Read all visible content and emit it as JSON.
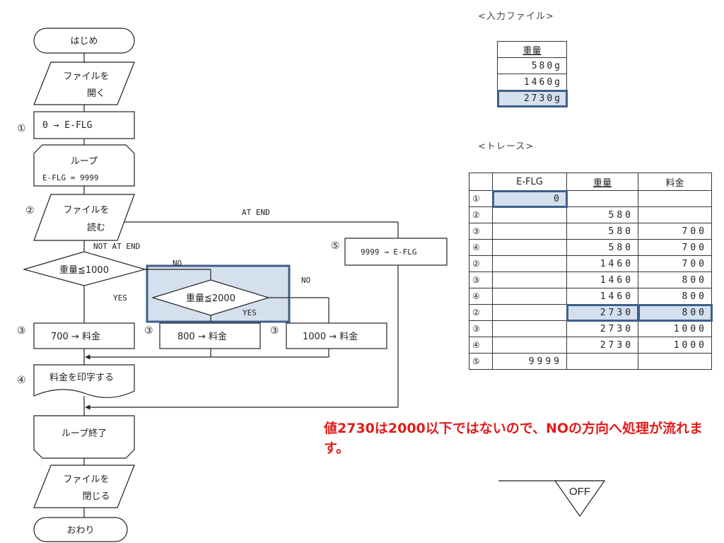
{
  "flowchart": {
    "start": "はじめ",
    "open_line1": "ファイルを",
    "open_line2": "開く",
    "step1_marker": "①",
    "init": "0 → E-FLG",
    "loop_title": "ループ",
    "loop_cond": "E-FLG = 9999",
    "step2_marker": "②",
    "read_line1": "ファイルを",
    "read_line2": "読む",
    "at_end": "AT END",
    "not_at_end": "NOT AT END",
    "step5_marker": "⑤",
    "set_flag": "9999 → E-FLG",
    "cond1": "重量≦1000",
    "cond2": "重量≦2000",
    "no1": "NO",
    "no2": "NO",
    "yes1": "YES",
    "yes2": "YES",
    "step3_marker_a": "③",
    "step3_marker_b": "③",
    "step3_marker_c": "③",
    "fee700": "700 → 料金",
    "fee800": "800 → 料金",
    "fee1000": "1000 → 料金",
    "step4_marker": "④",
    "print": "料金を印字する",
    "loop_end": "ループ終了",
    "close_line1": "ファイルを",
    "close_line2": "閉じる",
    "end": "おわり"
  },
  "input_file": {
    "title": "<入力ファイル>",
    "header": "重量",
    "rows": [
      "580g",
      "1460g",
      "2730g"
    ]
  },
  "trace": {
    "title": "<トレース>",
    "headers": [
      "",
      "E-FLG",
      "重量",
      "料金"
    ],
    "rows": [
      [
        "①",
        "0",
        "",
        ""
      ],
      [
        "②",
        "",
        "580",
        ""
      ],
      [
        "③",
        "",
        "580",
        "700"
      ],
      [
        "④",
        "",
        "580",
        "700"
      ],
      [
        "②",
        "",
        "1460",
        "700"
      ],
      [
        "③",
        "",
        "1460",
        "800"
      ],
      [
        "④",
        "",
        "1460",
        "800"
      ],
      [
        "②",
        "",
        "2730",
        "800"
      ],
      [
        "③",
        "",
        "2730",
        "1000"
      ],
      [
        "④",
        "",
        "2730",
        "1000"
      ],
      [
        "⑤",
        "9999",
        "",
        ""
      ]
    ]
  },
  "explanation": "値2730は2000以下ではないので、NOの方向へ処理が流れます。",
  "off_button": {
    "label": "OFF"
  },
  "colors": {
    "highlight_fill": "#d5e0ee",
    "highlight_border": "#3d5f8a",
    "explanation": "#e31b1b"
  }
}
